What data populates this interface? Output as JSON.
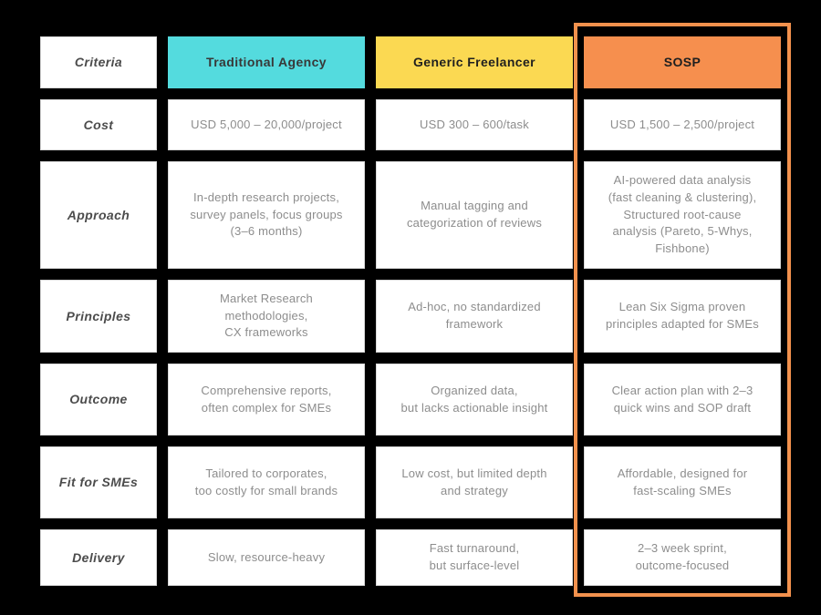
{
  "colors": {
    "page_background": "#000000",
    "cell_background": "#ffffff",
    "body_text": "#8d8d8d",
    "criteria_text": "#4c4c4c",
    "traditional_header_bg": "#54dbde",
    "freelancer_header_bg": "#fbd952",
    "sosp_header_bg": "#f68f4e",
    "highlight_border": "#f2914d"
  },
  "chart_data": {
    "type": "table",
    "title": "",
    "columns": [
      "Criteria",
      "Traditional Agency",
      "Generic Freelancer",
      "SOSP"
    ],
    "highlighted_column": "SOSP",
    "rows": [
      [
        "Cost",
        "USD 5,000 – 20,000/project",
        "USD 300 – 600/task",
        "USD 1,500 – 2,500/project"
      ],
      [
        "Approach",
        "In-depth research projects,\nsurvey panels, focus groups\n(3–6 months)",
        "Manual tagging and\ncategorization of reviews",
        "AI-powered data analysis\n(fast cleaning & clustering),\nStructured root-cause\nanalysis (Pareto, 5-Whys,\nFishbone)"
      ],
      [
        "Principles",
        "Market Research\nmethodologies,\nCX frameworks",
        "Ad-hoc, no standardized\nframework",
        "Lean Six Sigma proven\nprinciples adapted for SMEs"
      ],
      [
        "Outcome",
        "Comprehensive reports,\noften complex for SMEs",
        "Organized data,\nbut lacks actionable insight",
        "Clear action plan with 2–3\nquick wins and SOP draft"
      ],
      [
        "Fit for SMEs",
        "Tailored to corporates,\ntoo costly for small brands",
        "Low cost, but limited depth\nand strategy",
        "Affordable, designed for\nfast-scaling SMEs"
      ],
      [
        "Delivery",
        "Slow, resource-heavy",
        "Fast turnaround,\nbut surface-level",
        "2–3 week sprint,\noutcome-focused"
      ]
    ]
  }
}
